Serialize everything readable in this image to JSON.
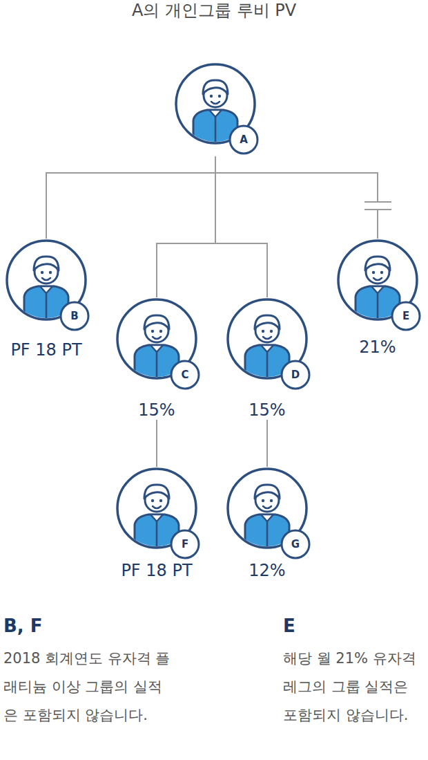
{
  "diagram": {
    "title": "A의 개인그룹 루비 PV",
    "nodes": [
      {
        "text": [
          "A"
        ]
      },
      {
        "text": [
          "B",
          "PF 18 PT"
        ]
      },
      {
        "text": [
          "C",
          "15%"
        ]
      },
      {
        "text": [
          "D",
          "15%"
        ]
      },
      {
        "text": [
          "E",
          "21%"
        ]
      },
      {
        "text": [
          "F",
          "PF 18 PT"
        ]
      },
      {
        "text": [
          "G",
          "12%"
        ]
      }
    ],
    "edges": [
      {
        "from": 0,
        "to": 1,
        "arrow": "none"
      },
      {
        "from": 0,
        "to": 2,
        "arrow": "none"
      },
      {
        "from": 0,
        "to": 3,
        "arrow": "none"
      },
      {
        "from": 0,
        "to": 4,
        "arrow": "none"
      },
      {
        "from": 2,
        "to": 5,
        "arrow": "none"
      },
      {
        "from": 3,
        "to": 6,
        "arrow": "none"
      }
    ],
    "labels": [
      "B, F",
      "2018 회계연도 유자격 플래티늄 이상 그룹의 실적은 포함되지 않습니다.",
      "E",
      "해당 월 21% 유자격 레그의 그룹 실적은 포함되지 않습니다."
    ]
  }
}
